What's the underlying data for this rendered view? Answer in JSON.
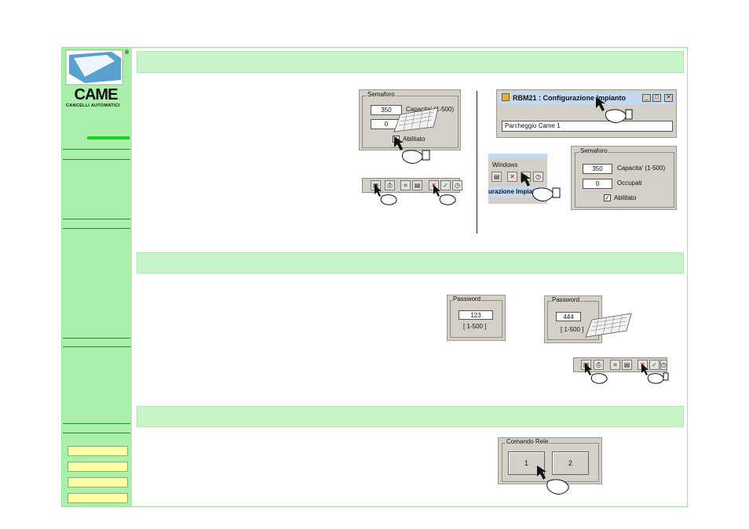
{
  "logo": {
    "brand": "CAME",
    "subtitle": "CANCELLI AUTOMATICI",
    "registered": "®"
  },
  "colors": {
    "sidebar": "#aaf0aa",
    "section_header": "#c8f5c8",
    "accent_bar": "#22cc22",
    "nav_button": "#ffffa8",
    "window": "#d4d0c8"
  },
  "nav": {
    "buttons": [
      "",
      "",
      "",
      ""
    ]
  },
  "semaforo1": {
    "title": "Semaforo",
    "capacity_value": "350",
    "capacity_label": "Capacita' (1-500)",
    "occupied_value": "0",
    "enabled_label": "Abilitato",
    "enabled_mark": "✓"
  },
  "rbm": {
    "title": "RBM21 : Configurazione Impianto",
    "controls": {
      "minimize": "_",
      "maximize": "□",
      "close": "✕"
    },
    "name_value": "Parcheggio Came 1",
    "menu_fragment": "Windows",
    "config_fragment": "urazione Impiant"
  },
  "semaforo2": {
    "title": "Semaforo",
    "capacity_value": "350",
    "capacity_label": "Capacita' (1-500)",
    "occupied_value": "0",
    "occupied_label": "Occupati",
    "enabled_label": "Abilitato",
    "enabled_mark": "✓"
  },
  "password1": {
    "title": "Password",
    "value": "123",
    "range": "[ 1-500 ]"
  },
  "password2": {
    "title": "Password",
    "value": "444",
    "range": "[ 1-500 ]"
  },
  "relay": {
    "title": "Comando Rele",
    "buttons": [
      "1",
      "2"
    ]
  }
}
